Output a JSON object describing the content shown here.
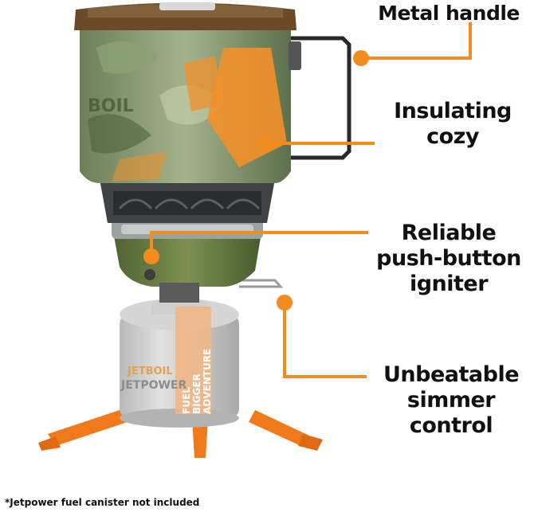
{
  "callouts": {
    "handle": {
      "lines": [
        "Metal handle"
      ]
    },
    "cozy": {
      "lines": [
        "Insulating",
        "cozy"
      ]
    },
    "igniter": {
      "lines": [
        "Reliable",
        "push-button",
        "igniter"
      ]
    },
    "simmer": {
      "lines": [
        "Unbeatable",
        "simmer",
        "control"
      ]
    }
  },
  "product_branding": {
    "pot_logo": "BOIL",
    "canister_brand": "JETBOIL",
    "canister_product": "JETPOWER",
    "canister_slogan_1": "FUEL",
    "canister_slogan_2": "BIGGER",
    "canister_slogan_3": "ADVENTURE"
  },
  "footnote": "*Jetpower fuel canister not included",
  "colors": {
    "accent": "#f28c1e",
    "text": "#111111",
    "camo_green": "#6f8a5a",
    "olive": "#5f7440",
    "canister": "#c9c9c9"
  }
}
